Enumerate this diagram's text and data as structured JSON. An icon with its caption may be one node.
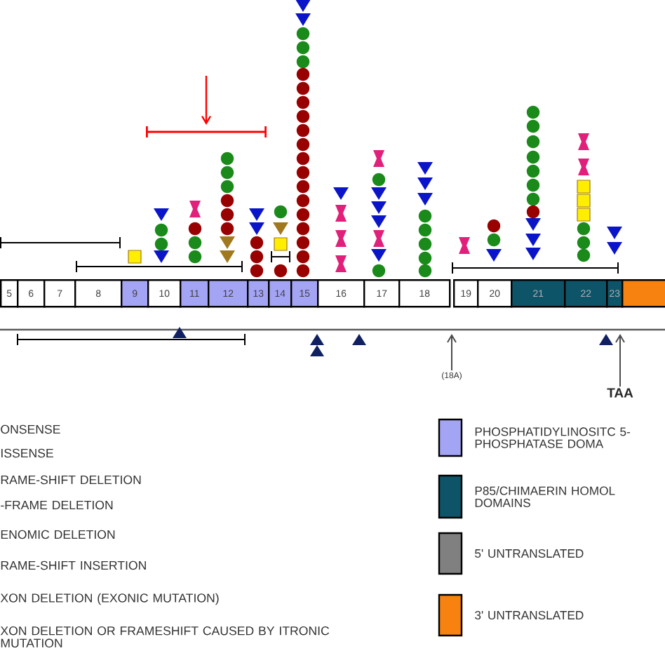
{
  "diagram": {
    "nodes": [
      {
        "text": [
          "5"
        ]
      },
      {
        "text": [
          "6"
        ]
      },
      {
        "text": [
          "7"
        ]
      },
      {
        "text": [
          "8"
        ]
      },
      {
        "text": [
          "9"
        ]
      },
      {
        "text": [
          "10"
        ]
      },
      {
        "text": [
          "11"
        ]
      },
      {
        "text": [
          "12"
        ]
      },
      {
        "text": [
          "13"
        ]
      },
      {
        "text": [
          "14"
        ]
      },
      {
        "text": [
          "15"
        ]
      },
      {
        "text": [
          "16"
        ]
      },
      {
        "text": [
          "17"
        ]
      },
      {
        "text": [
          "18"
        ]
      },
      {
        "text": [
          "19"
        ]
      },
      {
        "text": [
          "20"
        ]
      },
      {
        "text": [
          "21"
        ]
      },
      {
        "text": [
          "22"
        ]
      },
      {
        "text": [
          "23"
        ]
      },
      {
        "text": [],
        "shape": "box"
      },
      {
        "text": [
          "(18A)"
        ]
      },
      {
        "text": [
          "TAA"
        ]
      }
    ],
    "edges": [
      {
        "from": 20,
        "to": null,
        "arrow": "to"
      },
      {
        "from": 21,
        "to": null,
        "arrow": "to"
      }
    ],
    "labels": [
      "ONSENSE",
      "ISSENSE",
      "RAME-SHIFT DELETION",
      "-FRAME DELETION",
      "ENOMIC DELETION",
      "RAME-SHIFT INSERTION",
      "XON DELETION (EXONIC MUTATION)",
      "XON DELETION OR FRAMESHIFT CAUSED BY ITRONIC MUTATION"
    ],
    "legend": [
      {
        "text": "PHOSPHATIDYLINOSITC 5-PHOSPHATASE DOMA",
        "color": "#a4a4f4"
      },
      {
        "text": "P85/CHIMAERIN HOMOL DOMAINS",
        "color": "#0d5468"
      },
      {
        "text": "5' UNTRANSLATED",
        "color": "#808080"
      },
      {
        "text": "3' UNTRANSLATED",
        "color": "#f7820f"
      }
    ]
  }
}
